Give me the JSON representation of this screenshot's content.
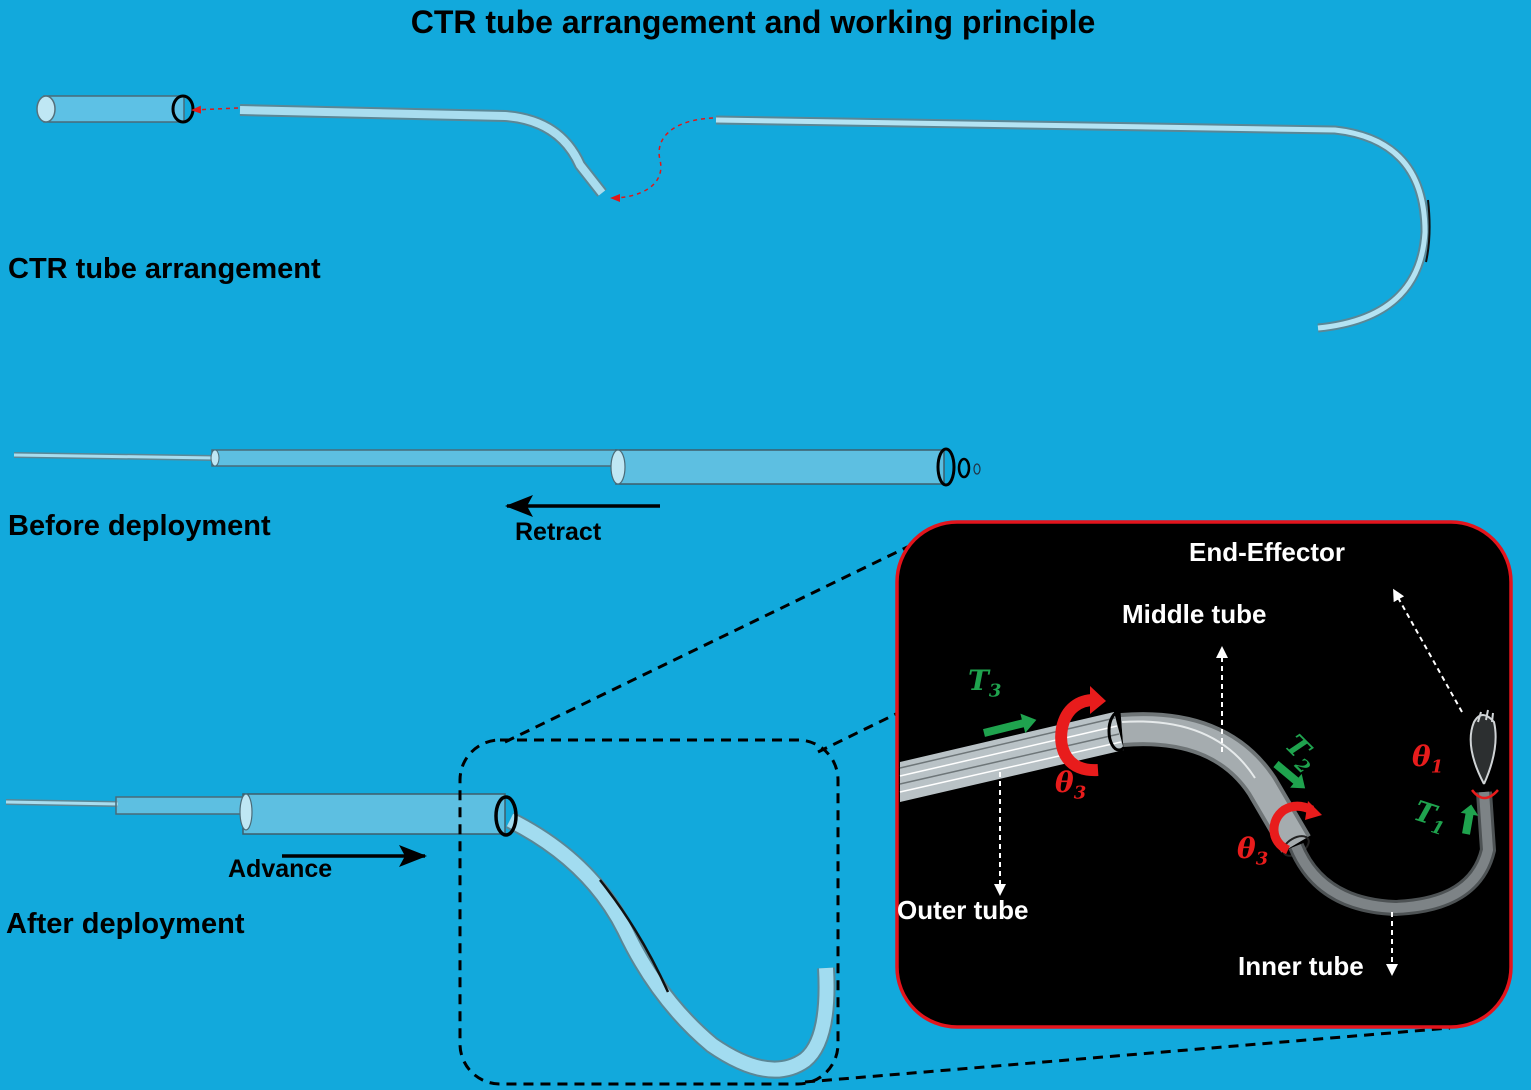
{
  "title": "CTR tube arrangement and working principle",
  "sections": {
    "arrangement": "CTR tube arrangement",
    "before": "Before deployment",
    "after": "After deployment"
  },
  "actions": {
    "retract": "Retract",
    "advance": "Advance"
  },
  "zoom_panel": {
    "end_effector": "End-Effector",
    "middle_tube": "Middle tube",
    "outer_tube": "Outer tube",
    "inner_tube": "Inner tube",
    "symbols": {
      "T3": {
        "letter": "T",
        "sub": "3"
      },
      "T2": {
        "letter": "T",
        "sub": "2"
      },
      "T1": {
        "letter": "T",
        "sub": "1"
      },
      "theta3_a": {
        "letter": "θ",
        "sub": "3"
      },
      "theta3_b": {
        "letter": "θ",
        "sub": "3"
      },
      "theta1": {
        "letter": "θ",
        "sub": "1"
      }
    }
  },
  "colors": {
    "background": "#12a9dc",
    "panel_background": "#000000",
    "panel_border": "#e3141c",
    "translation_arrow": "#1fa34e",
    "rotation_arrow": "#e81c1c"
  }
}
